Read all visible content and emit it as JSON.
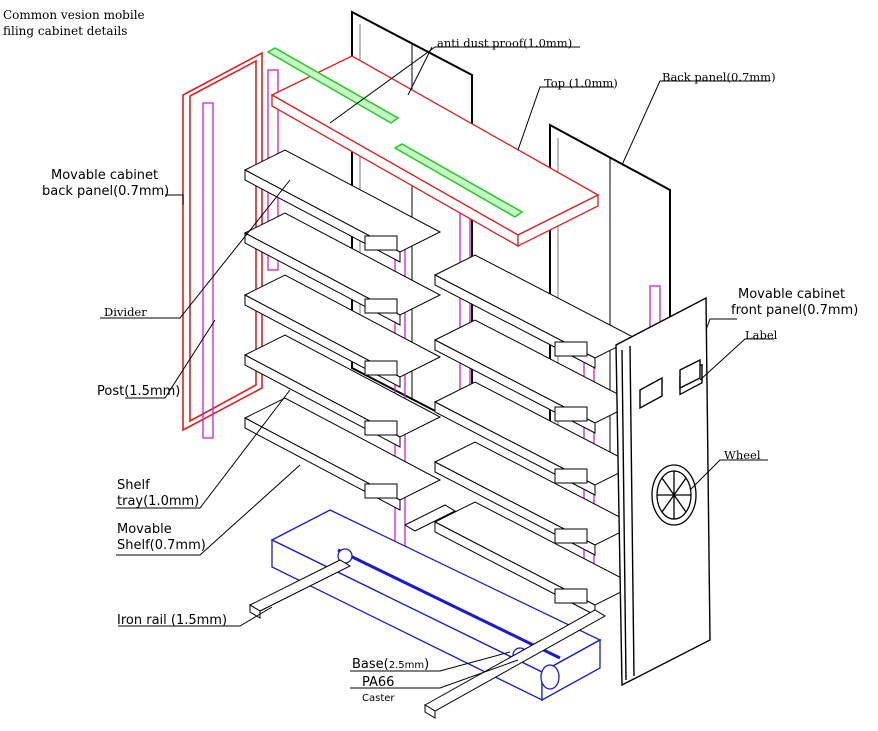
{
  "title_lines": [
    "Common vesion mobile",
    "filing cabinet details"
  ],
  "labels": {
    "anti_dust": "anti dust proof(1.0mm)",
    "top": "Top (1.0mm)",
    "back_panel": "Back panel(0.7mm)",
    "movable_back_1": "Movable cabinet",
    "movable_back_2": "back panel(0.7mm)",
    "divider": "Divider",
    "movable_front_1": "Movable cabinet",
    "movable_front_2": "front panel(0.7mm)",
    "label": "Label",
    "post": "Post(1.5mm)",
    "wheel": "Wheel",
    "shelf_tray_1": "Shelf",
    "shelf_tray_2": "tray(1.0mm)",
    "movable_shelf_1": "Movable",
    "movable_shelf_2": "Shelf(0.7mm)",
    "iron_rail": "Iron rail (1.5mm)",
    "base_text": "Base(",
    "base_thick": "2.5mm",
    "base_close": ")",
    "pa66": "PA66",
    "caster": "Caster"
  },
  "colors": {
    "line": "#000000",
    "red_part": "#e02020",
    "magenta_part": "#d020d0",
    "green_part": "#22cc22",
    "blue_part": "#1a1ad0"
  }
}
